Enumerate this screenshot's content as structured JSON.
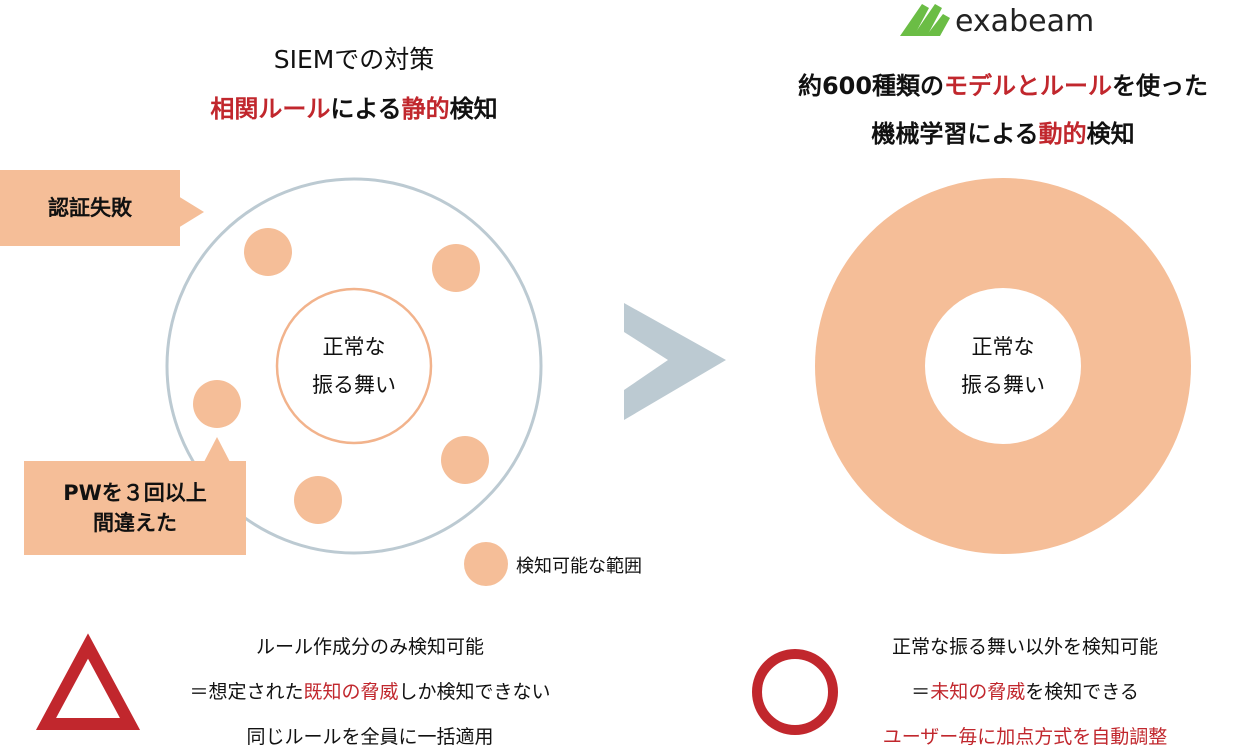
{
  "left": {
    "title": "SIEMでの対策",
    "subtitle": [
      {
        "text": "相関ルール",
        "red": true
      },
      {
        "text": "による",
        "red": false
      },
      {
        "text": "静的",
        "red": true
      },
      {
        "text": "検知",
        "red": false
      }
    ],
    "center_label": [
      "正常な",
      "振る舞い"
    ],
    "callout_1": "認証失敗",
    "callout_2": [
      "PWを３回以上",
      "間違えた"
    ],
    "legend": "検知可能な範囲",
    "notes": [
      [
        {
          "text": "ルール作成分のみ検知可能",
          "red": false
        }
      ],
      [
        {
          "text": "＝想定された",
          "red": false
        },
        {
          "text": "既知の脅威",
          "red": true
        },
        {
          "text": "しか検知できない",
          "red": false
        }
      ],
      [
        {
          "text": "同じルールを全員に一括適用",
          "red": false
        }
      ]
    ]
  },
  "right": {
    "logo": "exabeam",
    "title": [
      {
        "text": "約600種類の",
        "red": false
      },
      {
        "text": "モデルとルール",
        "red": true
      },
      {
        "text": "を使った",
        "red": false
      }
    ],
    "subtitle": [
      {
        "text": "機械学習による",
        "red": false
      },
      {
        "text": "動的",
        "red": true
      },
      {
        "text": "検知",
        "red": false
      }
    ],
    "center_label": [
      "正常な",
      "振る舞い"
    ],
    "notes": [
      [
        {
          "text": "正常な振る舞い以外を検知可能",
          "red": false
        }
      ],
      [
        {
          "text": "＝",
          "red": false
        },
        {
          "text": "未知の脅威",
          "red": true
        },
        {
          "text": "を検知できる",
          "red": false
        }
      ],
      [
        {
          "text": "ユーザー毎に加点方式を自動調整",
          "red": true
        }
      ]
    ]
  },
  "colors": {
    "red": "#c1272d",
    "peach": "#f5be98",
    "gray": "#bccad2",
    "green": "#6bbd45"
  }
}
